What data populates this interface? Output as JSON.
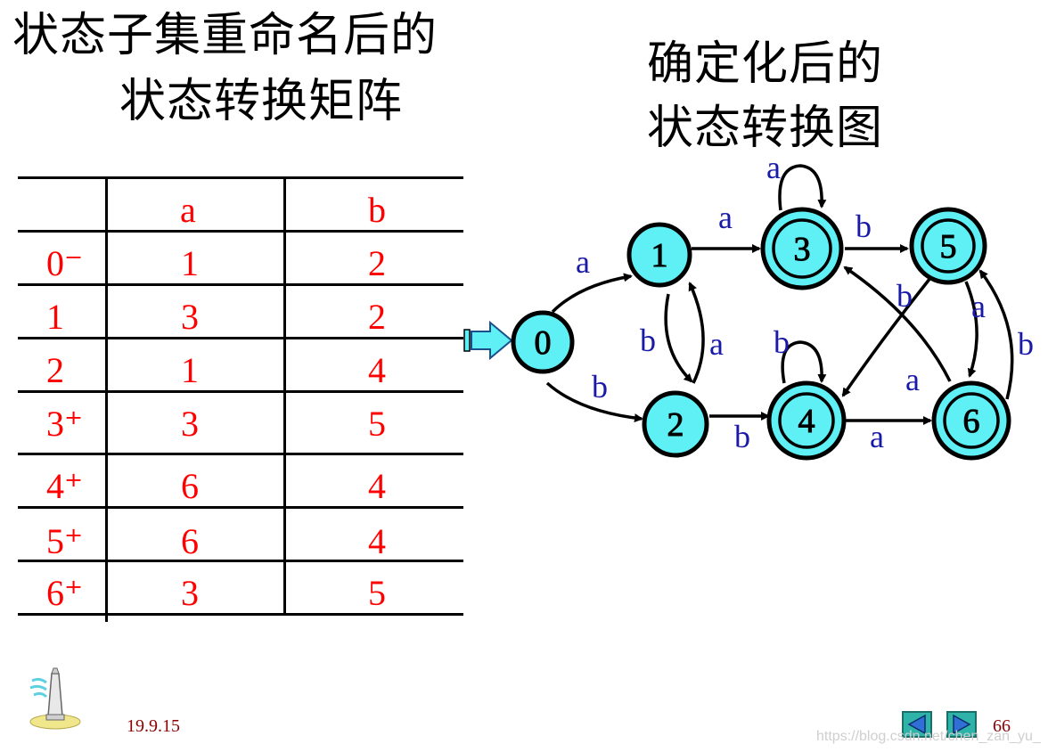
{
  "left_title": {
    "line1": "状态子集重命名后的",
    "line2": "状态转换矩阵"
  },
  "right_title": {
    "line1": "确定化后的",
    "line2": "状态转换图"
  },
  "matrix": {
    "headers": [
      "",
      "a",
      "b"
    ],
    "rows": [
      [
        "0⁻",
        "1",
        "2"
      ],
      [
        "1",
        "3",
        "2"
      ],
      [
        "2",
        "1",
        "4"
      ],
      [
        "3⁺",
        "3",
        "5"
      ],
      [
        "4⁺",
        "6",
        "4"
      ],
      [
        "5⁺",
        "6",
        "4"
      ],
      [
        "6⁺",
        "3",
        "5"
      ]
    ]
  },
  "diagram": {
    "states": [
      "0",
      "1",
      "2",
      "3",
      "4",
      "5",
      "6"
    ],
    "accepting_states": [
      "3",
      "4",
      "5",
      "6"
    ],
    "start_state": "0",
    "transitions": [
      {
        "from": "0",
        "to": "1",
        "label": "a"
      },
      {
        "from": "0",
        "to": "2",
        "label": "b"
      },
      {
        "from": "1",
        "to": "3",
        "label": "a"
      },
      {
        "from": "1",
        "to": "2",
        "label": "b"
      },
      {
        "from": "2",
        "to": "1",
        "label": "a"
      },
      {
        "from": "2",
        "to": "4",
        "label": "b"
      },
      {
        "from": "3",
        "to": "3",
        "label": "a"
      },
      {
        "from": "3",
        "to": "5",
        "label": "b"
      },
      {
        "from": "4",
        "to": "6",
        "label": "a"
      },
      {
        "from": "4",
        "to": "4",
        "label": "b"
      },
      {
        "from": "5",
        "to": "6",
        "label": "a"
      },
      {
        "from": "5",
        "to": "4",
        "label": "b"
      },
      {
        "from": "6",
        "to": "3",
        "label": "a"
      },
      {
        "from": "6",
        "to": "5",
        "label": "b"
      }
    ],
    "colors": {
      "state_fill": "#5ff0f5",
      "label": "#1a1aa8",
      "edge": "#000000"
    }
  },
  "footer": {
    "date": "19.9.15",
    "page": "66",
    "watermark": "https://blog.csdn.net/chen_zan_yu_"
  },
  "icons": [
    "tower-clipart-icon",
    "prev-arrow-icon",
    "next-arrow-icon",
    "start-arrow-icon"
  ]
}
